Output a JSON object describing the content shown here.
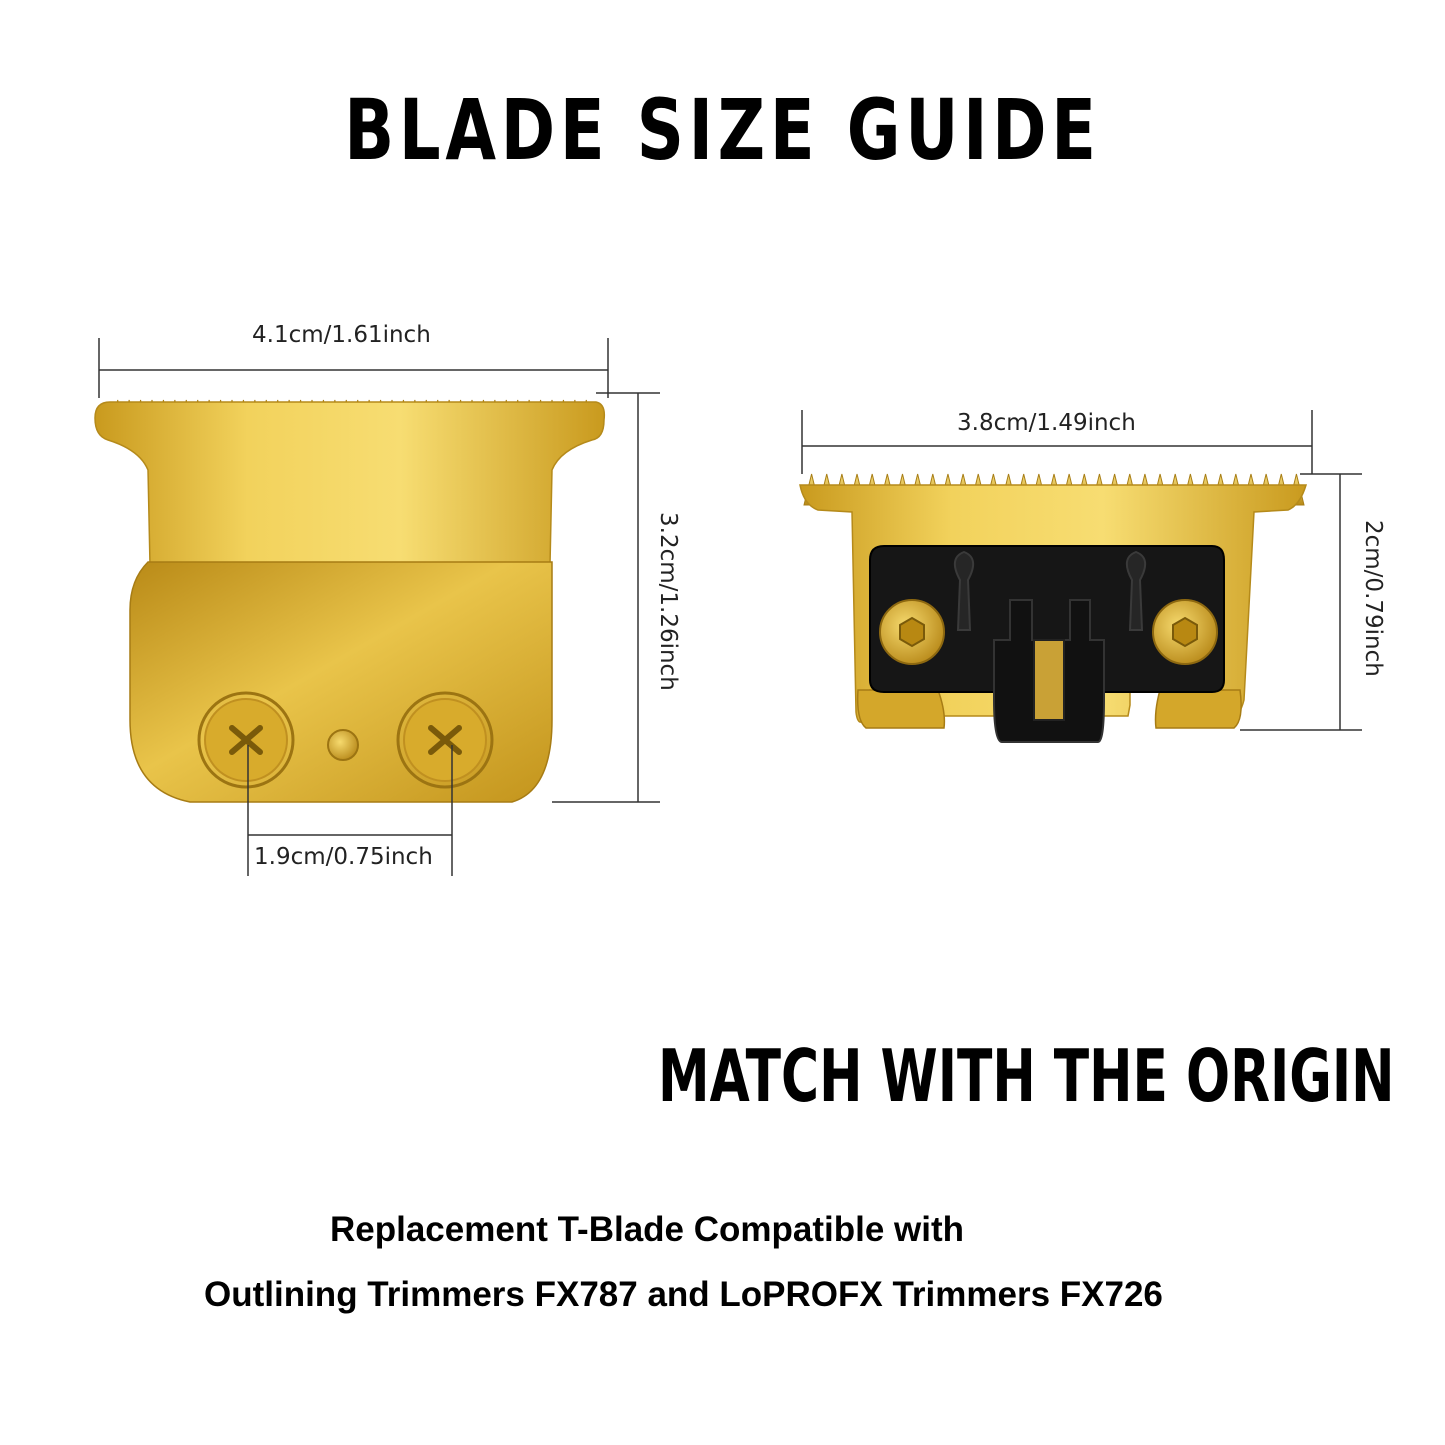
{
  "title": "BLADE SIZE GUIDE",
  "match_title": "MATCH WITH THE ORIGIN",
  "subtitle_line1": "Replacement T-Blade Compatible with",
  "subtitle_line2": "Outlining Trimmers FX787 and LoPROFX Trimmers FX726",
  "left_blade": {
    "width_label": "4.1cm/1.61inch",
    "height_label": "3.2cm/1.26inch",
    "hole_spacing_label": "1.9cm/0.75inch"
  },
  "right_blade": {
    "width_label": "3.8cm/1.49inch",
    "height_label": "2cm/0.79inch"
  },
  "colors": {
    "gold_light": "#f3d35d",
    "gold_mid": "#d6a928",
    "gold_dark": "#a67a12",
    "black_part": "#141414",
    "dimension_line": "#333333"
  }
}
